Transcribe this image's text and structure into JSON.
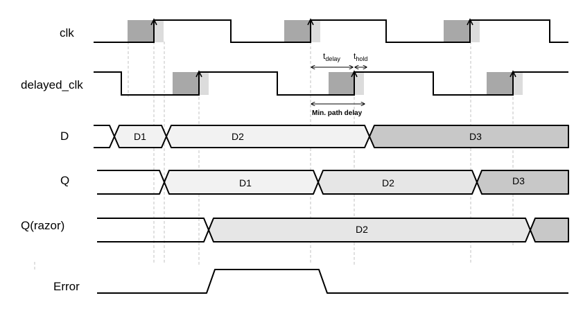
{
  "signals": {
    "clk": "clk",
    "delayed_clk": "delayed_clk",
    "d": "D",
    "q": "Q",
    "q_razor": "Q(razor)",
    "error": "Error"
  },
  "d_values": [
    "D1",
    "D2",
    "D3"
  ],
  "q_values": [
    "D1",
    "D2",
    "D3"
  ],
  "q_razor_values": [
    "D2"
  ],
  "annotations": {
    "t_delay_base": "t",
    "t_delay_sub": "delay",
    "t_hold_base": "t",
    "t_hold_sub": "hold",
    "min_path_delay": "Min. path delay"
  },
  "colors": {
    "line": "#000000",
    "setup_shade": "#a8a8a8",
    "hold_shade": "#dcdcdc",
    "bus_light": "#f2f2f2",
    "bus_mid": "#e6e6e6",
    "bus_dark": "#c8c8c8",
    "guide": "#c0c0c0"
  }
}
